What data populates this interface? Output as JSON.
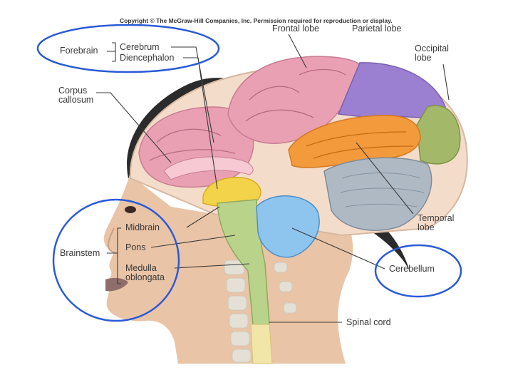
{
  "copyright": "Copyright © The McGraw-Hill Companies, Inc. Permission required for reproduction or display.",
  "labels": {
    "frontal_lobe": "Frontal lobe",
    "parietal_lobe": "Parietal lobe",
    "occipital_lobe": "Occipital lobe",
    "forebrain": "Forebrain",
    "cerebrum": "Cerebrum",
    "diencephalon": "Diencephalon",
    "corpus_callosum": "Corpus callosum",
    "midbrain": "Midbrain",
    "brainstem": "Brainstem",
    "pons": "Pons",
    "medulla_oblongata": "Medulla oblongata",
    "temporal_lobe": "Temporal lobe",
    "cerebellum": "Cerebellum",
    "spinal_cord": "Spinal cord"
  },
  "colors": {
    "highlight_circle": "#2a5bd7",
    "frontal_lobe": "#e9a0b3",
    "parietal_lobe": "#9b7fd0",
    "occipital_lobe": "#a4b86a",
    "temporal_lobe": "#f39a3c",
    "cerebellum": "#aeb9c4",
    "brainstem": "#b9d48a",
    "diencephalon": "#f3d34a",
    "skin": "#e9c4a6",
    "hair": "#2b2b2b"
  }
}
